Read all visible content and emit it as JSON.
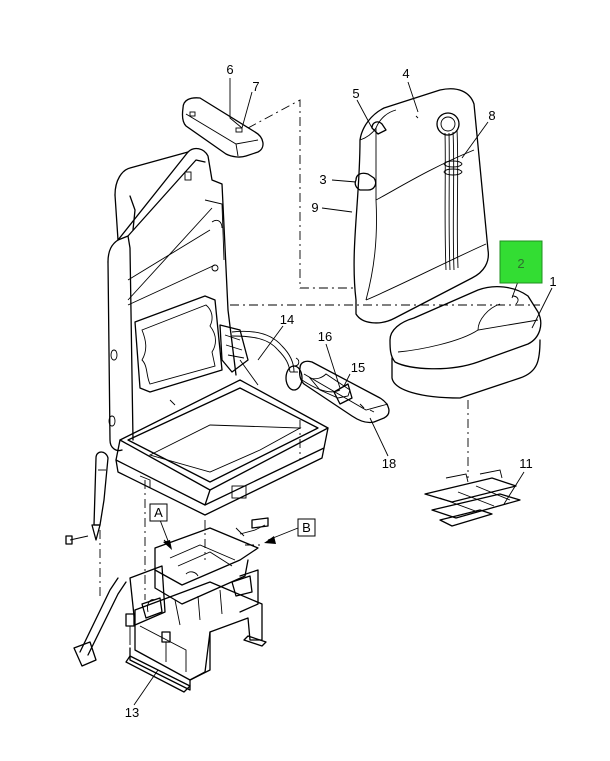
{
  "highlight_color": "#33dd33",
  "callouts": {
    "c1": "1",
    "c2": "2",
    "c3": "3",
    "c4": "4",
    "c5": "5",
    "c6": "6",
    "c7": "7",
    "c8": "8",
    "c9": "9",
    "c11": "11",
    "c13": "13",
    "c14": "14",
    "c15": "15",
    "c16": "16",
    "c18": "18"
  },
  "view_labels": {
    "a": "A",
    "b": "B"
  }
}
